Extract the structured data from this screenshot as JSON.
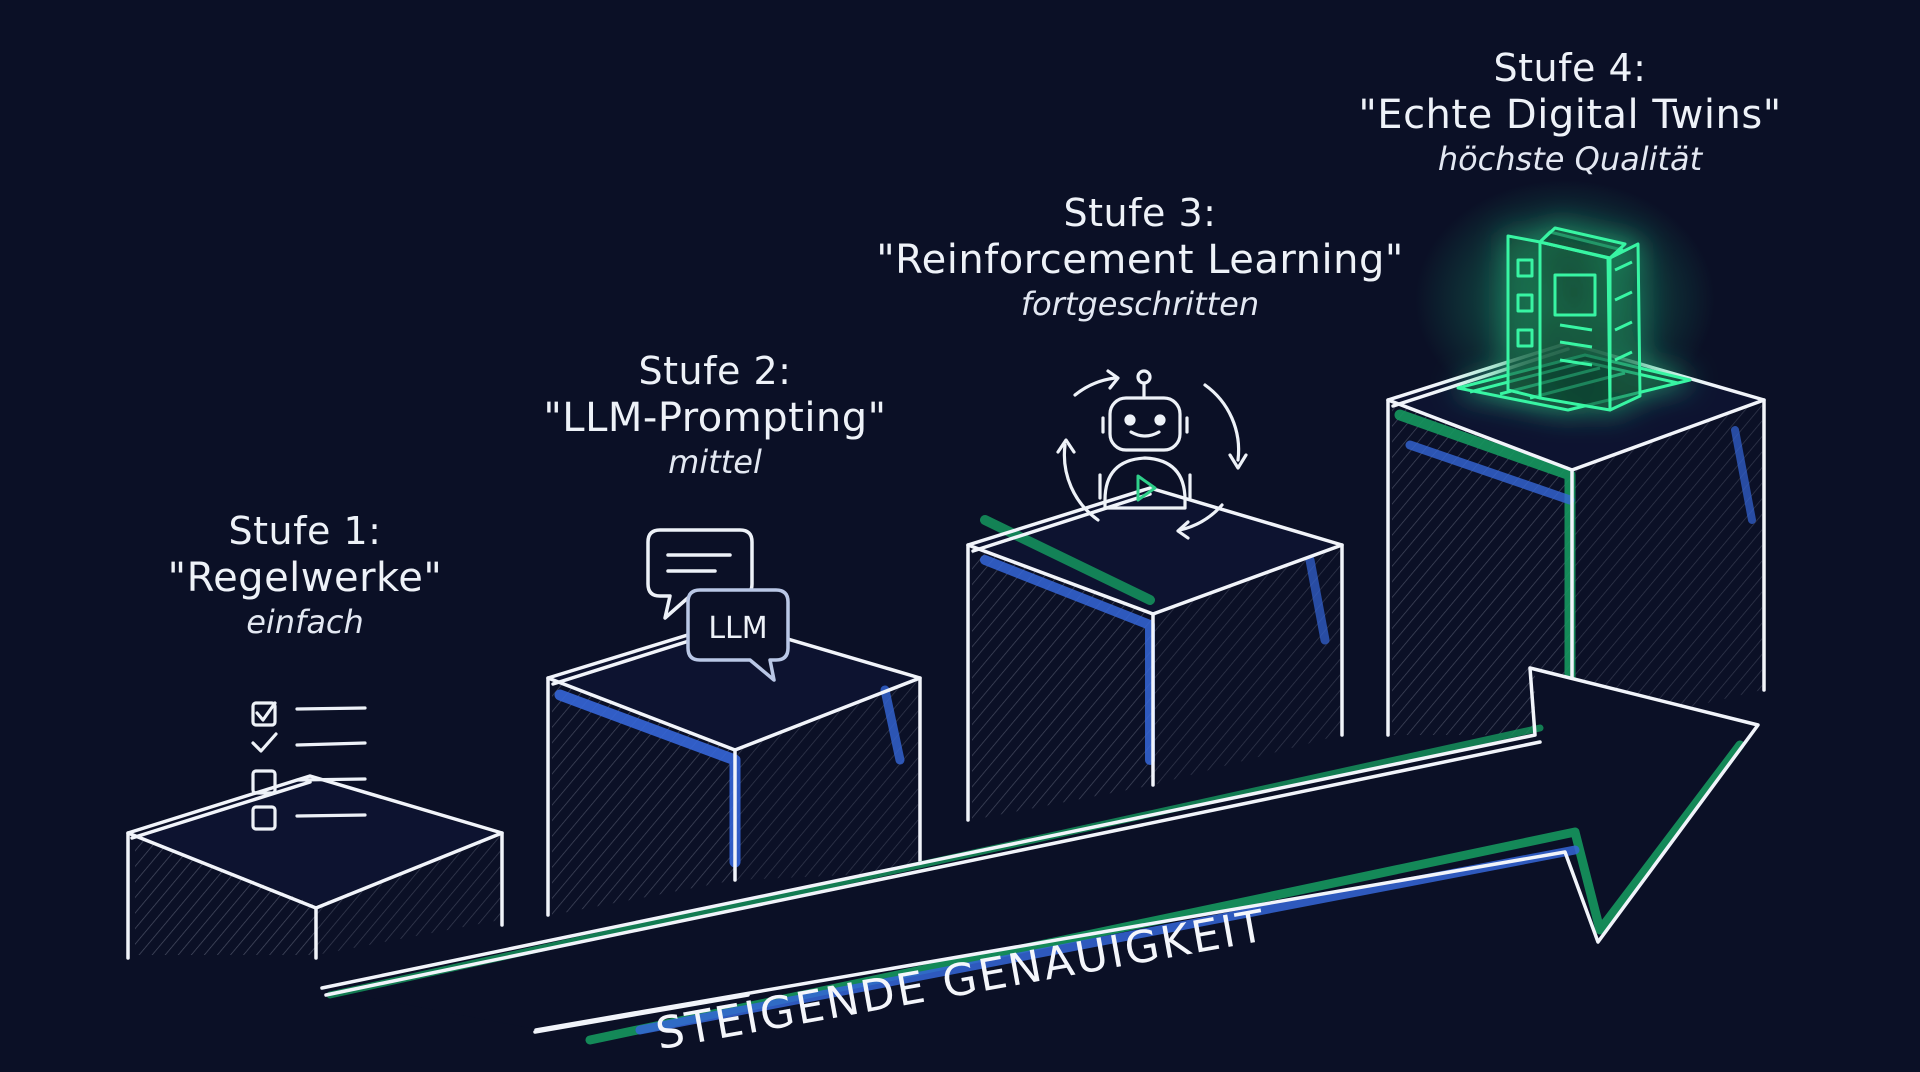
{
  "colors": {
    "background": "#0b1026",
    "outline": "#f1f4fa",
    "blue_accent": "#3566d8",
    "green_accent": "#15975e",
    "glow_green": "#38f5a3"
  },
  "stages": [
    {
      "title": "Stufe 1:",
      "name": "\"Regelwerke\"",
      "level": "einfach",
      "icon": "checklist-icon"
    },
    {
      "title": "Stufe 2:",
      "name": "\"LLM-Prompting\"",
      "level": "mittel",
      "icon": "chat-bubbles-icon",
      "icon_text": "LLM"
    },
    {
      "title": "Stufe 3:",
      "name": "\"Reinforcement Learning\"",
      "level": "fortgeschritten",
      "icon": "robot-cycle-icon"
    },
    {
      "title": "Stufe 4:",
      "name": "\"Echte Digital Twins\"",
      "level": "höchste Qualität",
      "icon": "digital-twin-icon"
    }
  ],
  "arrow": {
    "label": "STEIGENDE GENAUIGKEIT"
  }
}
